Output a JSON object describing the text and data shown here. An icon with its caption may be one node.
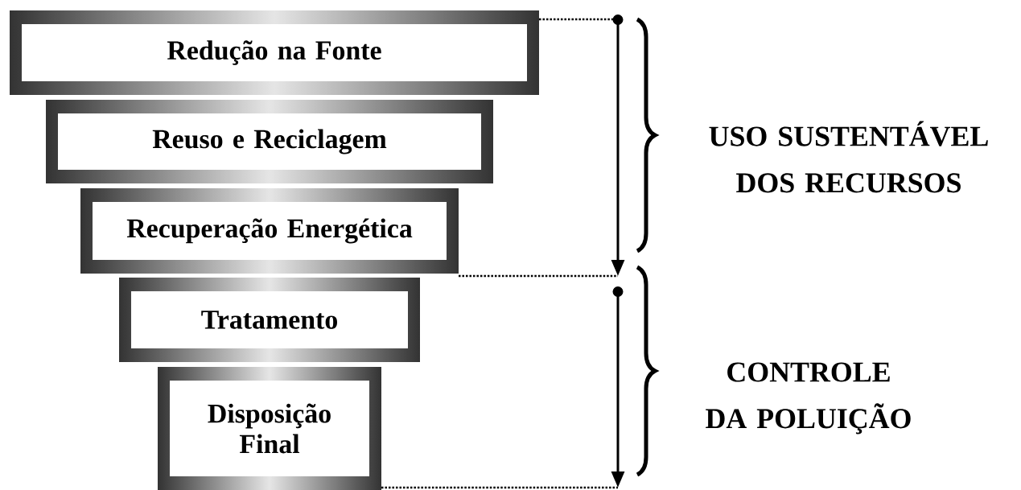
{
  "diagram": {
    "nodes": [
      {
        "text": [
          "Redução na Fonte"
        ]
      },
      {
        "text": [
          "Reuso e Reciclagem"
        ]
      },
      {
        "text": [
          "Recuperação Energética"
        ]
      },
      {
        "text": [
          "Tratamento"
        ]
      },
      {
        "text": [
          "Disposição Final"
        ]
      }
    ],
    "labels": [
      "USO SUSTENTÁVEL DOS RECURSOS",
      "CONTROLE DA POLUIÇÃO"
    ]
  }
}
